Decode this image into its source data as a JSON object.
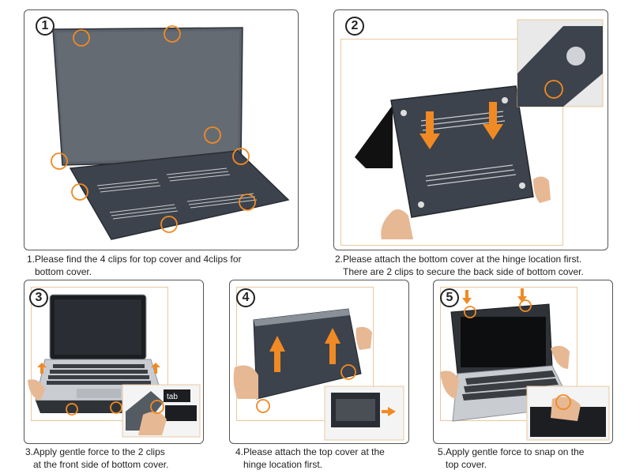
{
  "steps": [
    {
      "number": "1",
      "caption_line1": "1.Please find the 4 clips for top cover and 4clips for",
      "caption_line2": "bottom cover."
    },
    {
      "number": "2",
      "caption_line1": "2.Please attach the bottom cover at the hinge location first.",
      "caption_line2": "There are 2 clips to secure the back side of bottom cover."
    },
    {
      "number": "3",
      "caption_line1": "3.Apply gentle force to the 2 clips",
      "caption_line2": "at the front side of bottom cover."
    },
    {
      "number": "4",
      "caption_line1": "4.Please attach the top cover at the",
      "caption_line2": "hinge location first."
    },
    {
      "number": "5",
      "caption_line1": "5.Apply gentle force to snap on the",
      "caption_line2": "top cover."
    }
  ],
  "keyboard_label": "tab",
  "colors": {
    "accent": "#f08a24",
    "case": "#3d434c",
    "border": "#555555"
  },
  "icons": [
    "clip-circle-icon",
    "arrow-up-icon",
    "arrow-down-icon",
    "hand-icon",
    "laptop-icon"
  ]
}
